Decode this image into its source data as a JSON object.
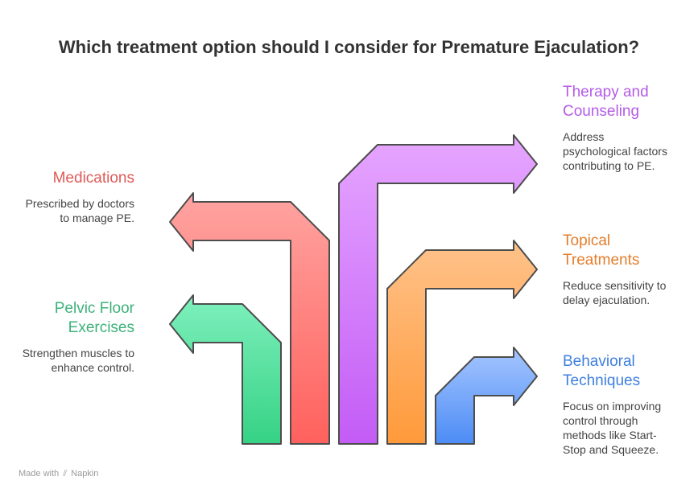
{
  "title": "Which treatment option should I consider for Premature Ejaculation?",
  "options": {
    "medications": {
      "heading": "Medications",
      "description": "Prescribed by doctors to manage PE.",
      "color": "#e05a57"
    },
    "pelvic_floor": {
      "heading": "Pelvic Floor Exercises",
      "description": "Strengthen muscles to enhance control.",
      "color": "#3db27a"
    },
    "therapy": {
      "heading": "Therapy and Counseling",
      "description": "Address psychological factors contributing to PE.",
      "color": "#b55be6"
    },
    "topical": {
      "heading": "Topical Treatments",
      "description": "Reduce sensitivity to delay ejaculation.",
      "color": "#e47d2b"
    },
    "behavioral": {
      "heading": "Behavioral Techniques",
      "description": "Focus on improving control through methods like Start-Stop and Squeeze.",
      "color": "#3f7fe0"
    }
  },
  "footer": {
    "made_with": "Made with",
    "brand": "Napkin"
  }
}
